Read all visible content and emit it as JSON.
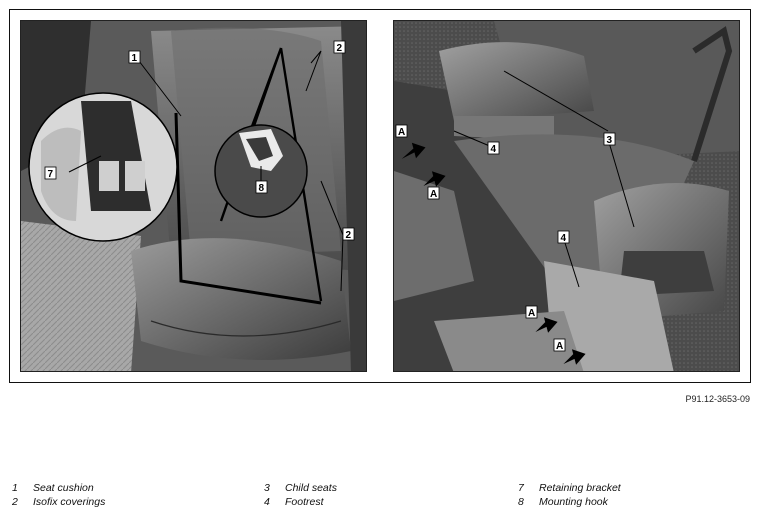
{
  "figure": {
    "left_callouts": [
      "1",
      "2",
      "2",
      "7",
      "8"
    ],
    "right_callouts": [
      "A",
      "A",
      "A",
      "A",
      "3",
      "4",
      "4"
    ]
  },
  "reference": "P91.12-3653-09",
  "legend": [
    {
      "num": "1",
      "label": "Seat cushion"
    },
    {
      "num": "2",
      "label": "Isofix coverings"
    },
    {
      "num": "3",
      "label": "Child seats"
    },
    {
      "num": "4",
      "label": "Footrest"
    },
    {
      "num": "7",
      "label": "Retaining bracket"
    },
    {
      "num": "8",
      "label": "Mounting hook"
    }
  ]
}
